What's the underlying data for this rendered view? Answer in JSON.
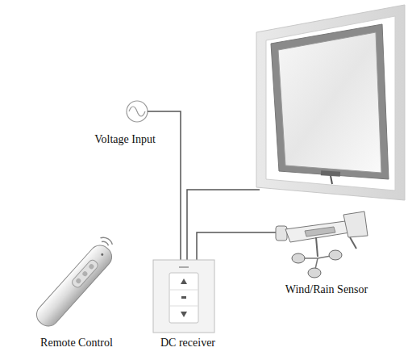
{
  "diagram": {
    "nodes": [
      {
        "text": [
          "Voltage Input"
        ]
      },
      {
        "text": [
          "Wind/Rain Sensor"
        ]
      },
      {
        "text": [
          "Remote Control"
        ]
      },
      {
        "text": [
          "DC receiver"
        ]
      }
    ],
    "edges": [
      {
        "from": 0,
        "to": 3,
        "arrow": "none"
      },
      {
        "from": 3,
        "to": 1,
        "arrow": "none"
      }
    ]
  }
}
